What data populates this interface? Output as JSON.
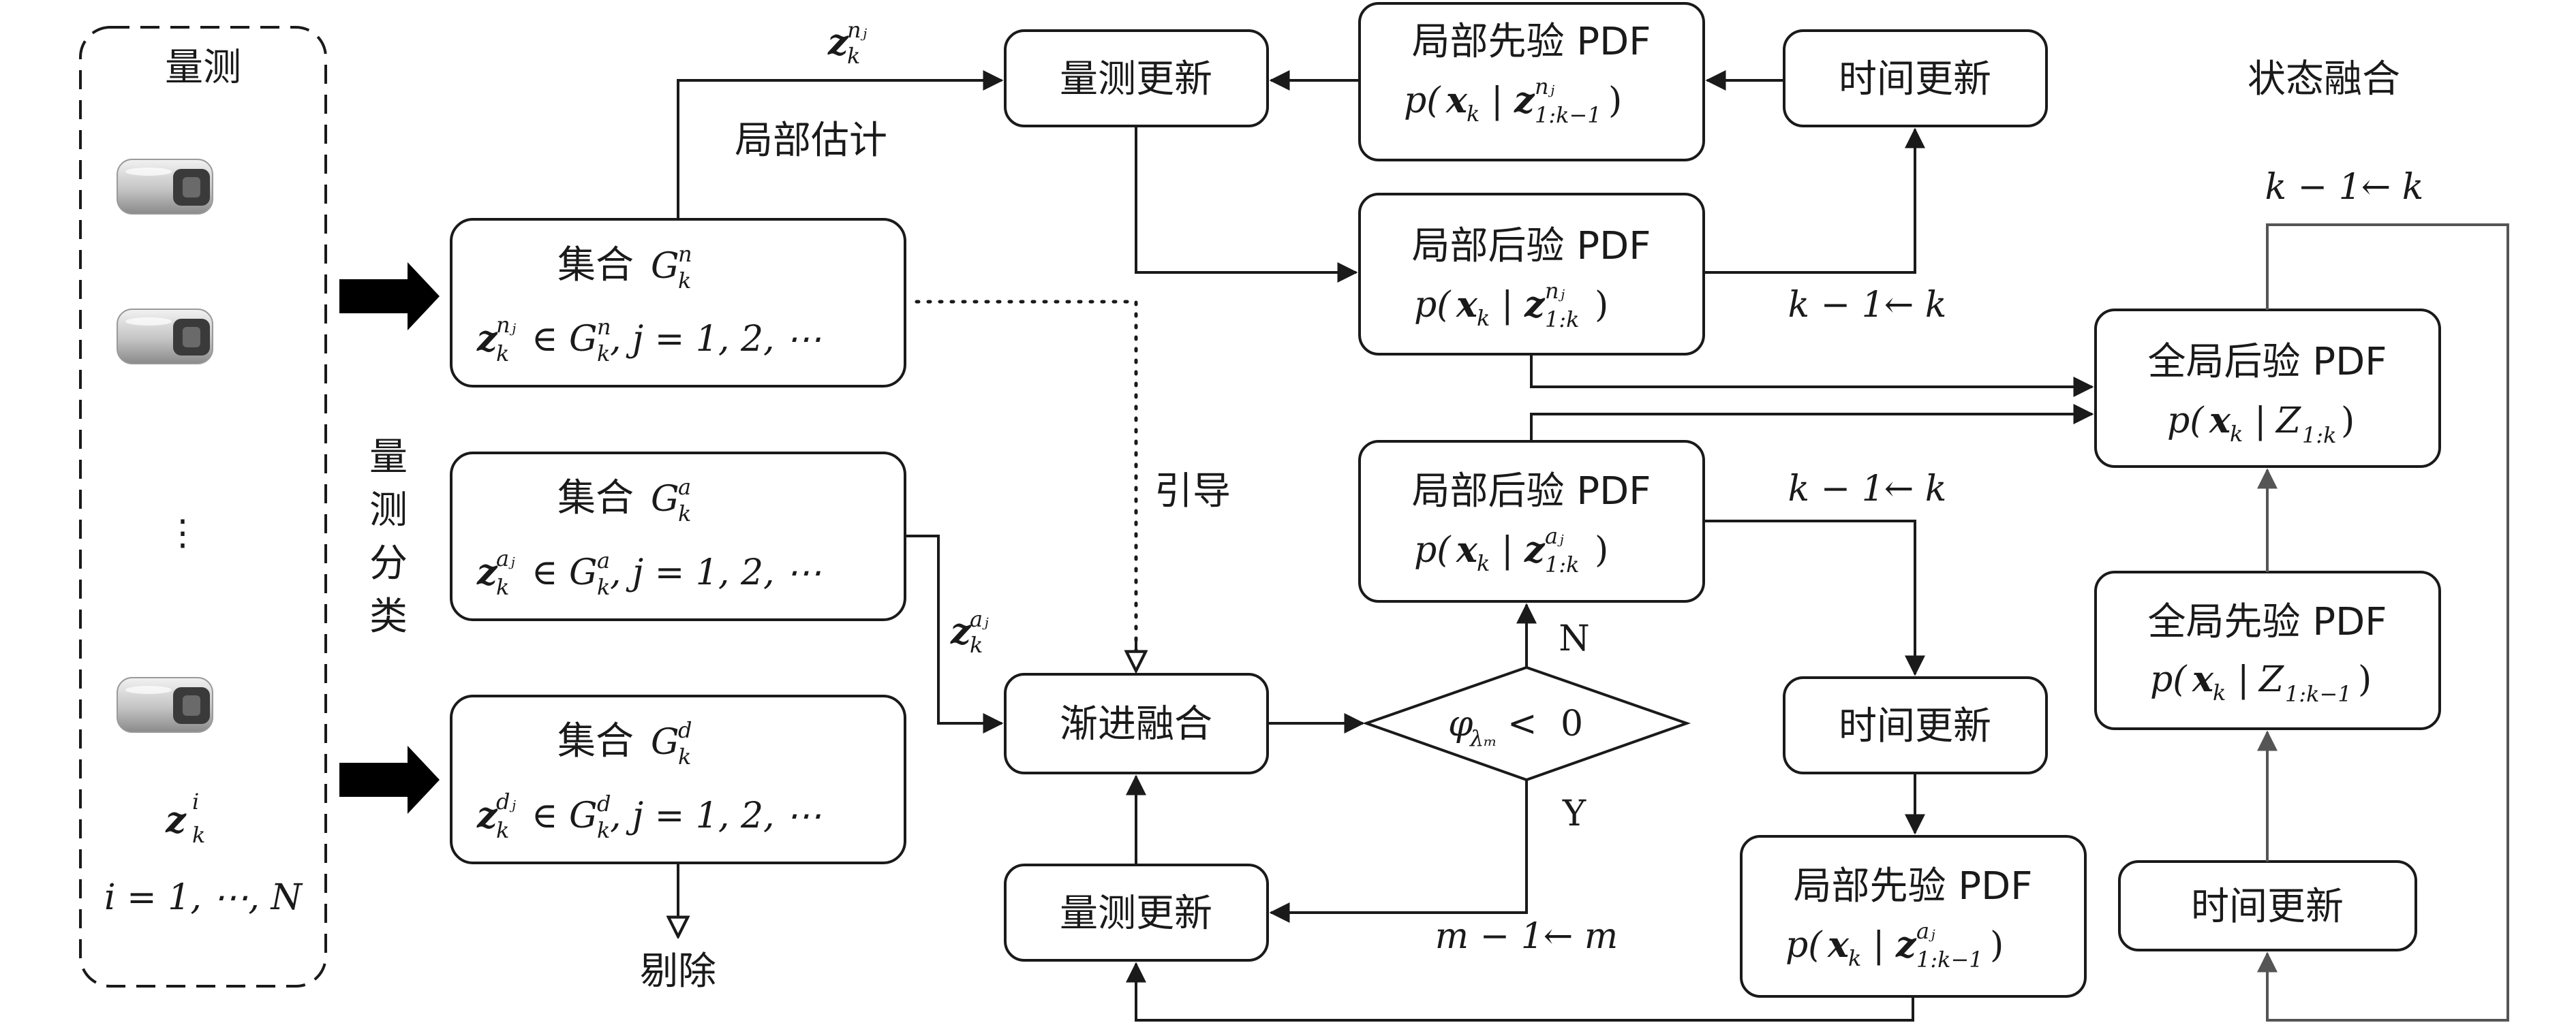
{
  "measure_panel": {
    "title": "量测",
    "vertical_label": [
      "量",
      "测",
      "分",
      "类"
    ],
    "dots": "⋮",
    "z_label": "z",
    "z_sub": "k",
    "z_sup": "i",
    "index_range": "i = 1, ⋯, N"
  },
  "sets": {
    "n": {
      "title": "集合",
      "symbol": "G",
      "sup": "n",
      "sub": "k",
      "formula_rest": ", j = 1, 2, ⋯"
    },
    "a": {
      "title": "集合",
      "symbol": "G",
      "sup": "a",
      "sub": "k",
      "formula_rest": ", j = 1, 2, ⋯"
    },
    "d": {
      "title": "集合",
      "symbol": "G",
      "sup": "d",
      "sub": "k",
      "formula_rest": ", j = 1, 2, ⋯"
    }
  },
  "labels": {
    "local_estimate": "局部估计",
    "guide": "引导",
    "reject": "剔除",
    "state_fusion": "状态融合",
    "z_nj": "z",
    "z_aj": "z",
    "k_update_1": "k − 1← k",
    "k_update_2": "k − 1← k",
    "k_update_3": "k − 1← k",
    "m_update": "m − 1← m",
    "N": "N",
    "Y": "Y"
  },
  "boxes": {
    "measure_update_top": "量测更新",
    "measure_update_bottom": "量测更新",
    "time_update_top": "时间更新",
    "time_update_mid": "时间更新",
    "time_update_right": "时间更新",
    "progressive_fusion": "渐进融合",
    "local_prior_top": {
      "title": "局部先验 PDF",
      "formula": "p(x_k | z^{n_j}_{1:k−1})"
    },
    "local_post_top": {
      "title": "局部后验 PDF",
      "formula": "p(x_k | z^{n_j}_{1:k})"
    },
    "local_post_mid": {
      "title": "局部后验 PDF",
      "formula": "p(x_k | z^{a_j}_{1:k})"
    },
    "local_prior_bottom": {
      "title": "局部先验 PDF",
      "formula": "p(x_k | z^{a_j}_{1:k−1})"
    },
    "global_post": {
      "title": "全局后验 PDF",
      "formula": "p(x_k | Z_{1:k})"
    },
    "global_prior": {
      "title": "全局先验 PDF",
      "formula": "p(x_k | Z_{1:k−1})"
    },
    "decision": "φ_{λ_m} < 0"
  },
  "colors": {
    "stroke": "#1a1a1a",
    "sensor_body": "#c9c9c9",
    "sensor_face": "#3a3a3a"
  }
}
